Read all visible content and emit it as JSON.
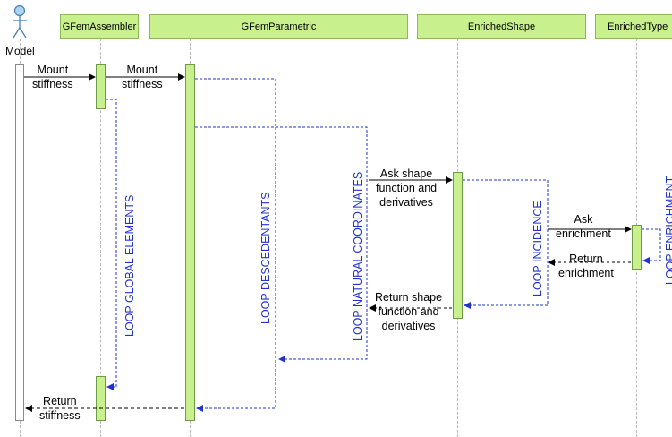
{
  "actor": {
    "name": "Model"
  },
  "lifelines": [
    {
      "id": "assembler",
      "label": "GFemAssembler"
    },
    {
      "id": "parametric",
      "label": "GFemParametric"
    },
    {
      "id": "shape",
      "label": "EnrichedShape"
    },
    {
      "id": "type",
      "label": "EnrichedType"
    }
  ],
  "messages": {
    "m1": [
      "Mount",
      "stiffness"
    ],
    "m2": [
      "Mount",
      "stiffness"
    ],
    "m3": [
      "Ask shape",
      "function and",
      "derivatives"
    ],
    "m4": [
      "Ask",
      "enrichment"
    ],
    "m5": [
      "Return",
      "enrichment"
    ],
    "m6": [
      "Return shape",
      "function and",
      "derivatives"
    ],
    "m7": [
      "Return",
      "stiffness"
    ]
  },
  "loops": {
    "global_elements": "LOOP GLOBAL ELEMENTS",
    "descendants": "LOOP DESCEDENTANTS",
    "natural_coordinates": "LOOP NATURAL COORDINATES",
    "incidence": "LOOP INCIDENCE",
    "enrichment": "LOOP ENRICHMENT"
  },
  "colors": {
    "box_fill": "#c8f08c",
    "box_border": "#8ab85a",
    "loop_color": "#2233cc",
    "actor_color": "#7ab0d8"
  }
}
